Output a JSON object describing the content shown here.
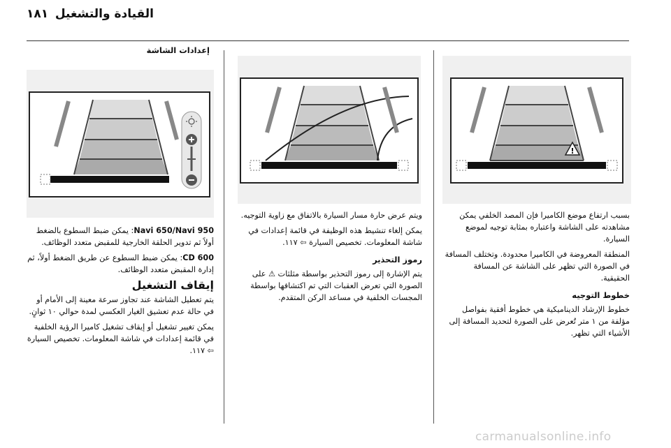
{
  "header": {
    "title": "القيادة والتشغيل",
    "page_number": "١٨١"
  },
  "right_col": {
    "intro": "بسبب ارتفاع موضع الكاميرا فإن المصد الخلفي يمكن مشاهدته على الشاشة واعتباره بمثابة توجيه لموضع السيارة.",
    "p2": "المنطقة المعروضة في الكاميرا محدودة. وتختلف المسافة في الصورة التي تظهر على الشاشة عن المسافة الحقيقية.",
    "heading": "خطوط التوجيه",
    "p3": "خطوط الإرشاد الديناميكية هي خطوط أفقية بفواصل مؤلفة من ١ متر تُعرض على الصورة لتحديد المسافة إلى الأشياء التي تظهر."
  },
  "mid_col": {
    "p1": "ويتم عرض حارة مسار السيارة بالاتفاق مع زاوية التوجيه.",
    "p2": "يمكن إلغاء تنشيط هذه الوظيفة في قائمة إعدادات في شاشة المعلومات. تخصيص السيارة ⇦ ١١٧.",
    "heading": "رموز التحذير",
    "p3": "يتم الإشارة إلى رموز التحذير بواسطة مثلثات ⚠ على الصورة التي تعرض العقبات التي تم اكتشافها بواسطة المجسات الخلفية في مساعد الركن المتقدم."
  },
  "left_col": {
    "section_title": "إعدادات الشاشة",
    "p1_bold": "Navi 650/Navi 950",
    "p1": ": يمكن ضبط السطوع بالضغط أولاً ثم تدوير الحلقة الخارجية للمقبض متعدد الوظائف.",
    "p2_bold": "CD 600",
    "p2": ": يمكن ضبط السطوع عن طريق الضغط أولاً، ثم إدارة المقبض متعدد الوظائف.",
    "heading": "إيقاف التشغيل",
    "p3": "يتم تعطيل الشاشة عند تجاوز سرعة معينة إلى الأمام أو في حالة عدم تعشيق الغيار العكسي لمدة حوالي ١٠ ثوانٍ.",
    "p4": "يمكن تغيير تشغيل أو إيقاف تشغيل كاميرا الرؤية الخلفية في قائمة إعدادات في شاشة المعلومات. تخصيص السيارة ⇦ ١١٧."
  },
  "figures": {
    "warning_triangle": "!"
  },
  "watermark": "carmanualsonline.info"
}
